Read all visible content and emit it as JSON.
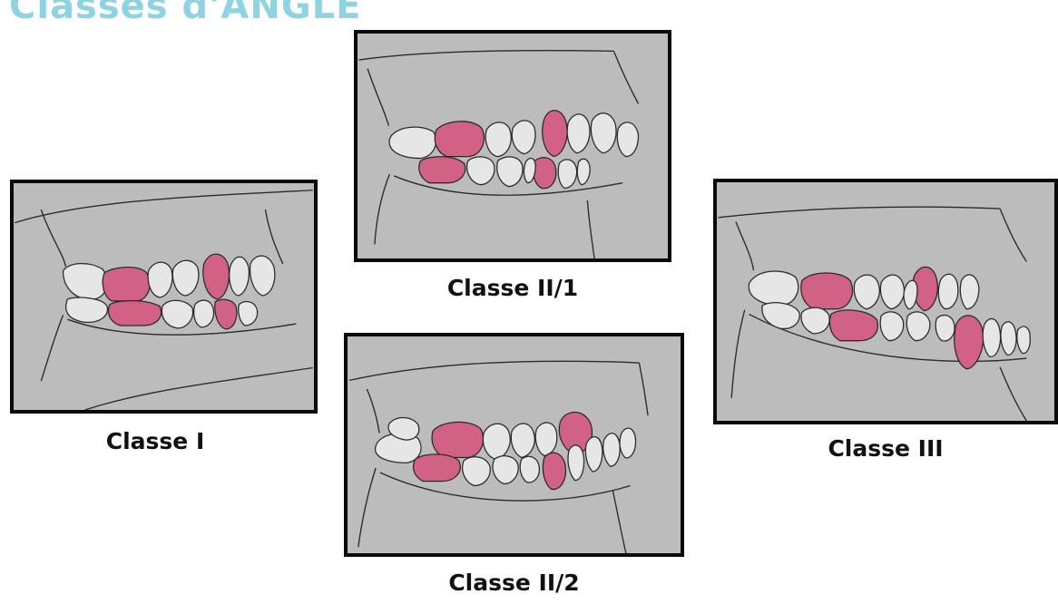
{
  "header": {
    "title": "Classes d'ANGLE"
  },
  "colors": {
    "page_title": "#8fd3e2",
    "panel_background": "#bcbcbc",
    "tooth_white": "#e6e6e6",
    "tooth_pink": "#d16286",
    "outline": "#2a2a2a",
    "frame": "#0a0a0a"
  },
  "panels": [
    {
      "id": "classe-1",
      "caption": "Classe I"
    },
    {
      "id": "classe-2-1",
      "caption": "Classe II/1"
    },
    {
      "id": "classe-2-2",
      "caption": "Classe II/2"
    },
    {
      "id": "classe-3",
      "caption": "Classe III"
    }
  ]
}
